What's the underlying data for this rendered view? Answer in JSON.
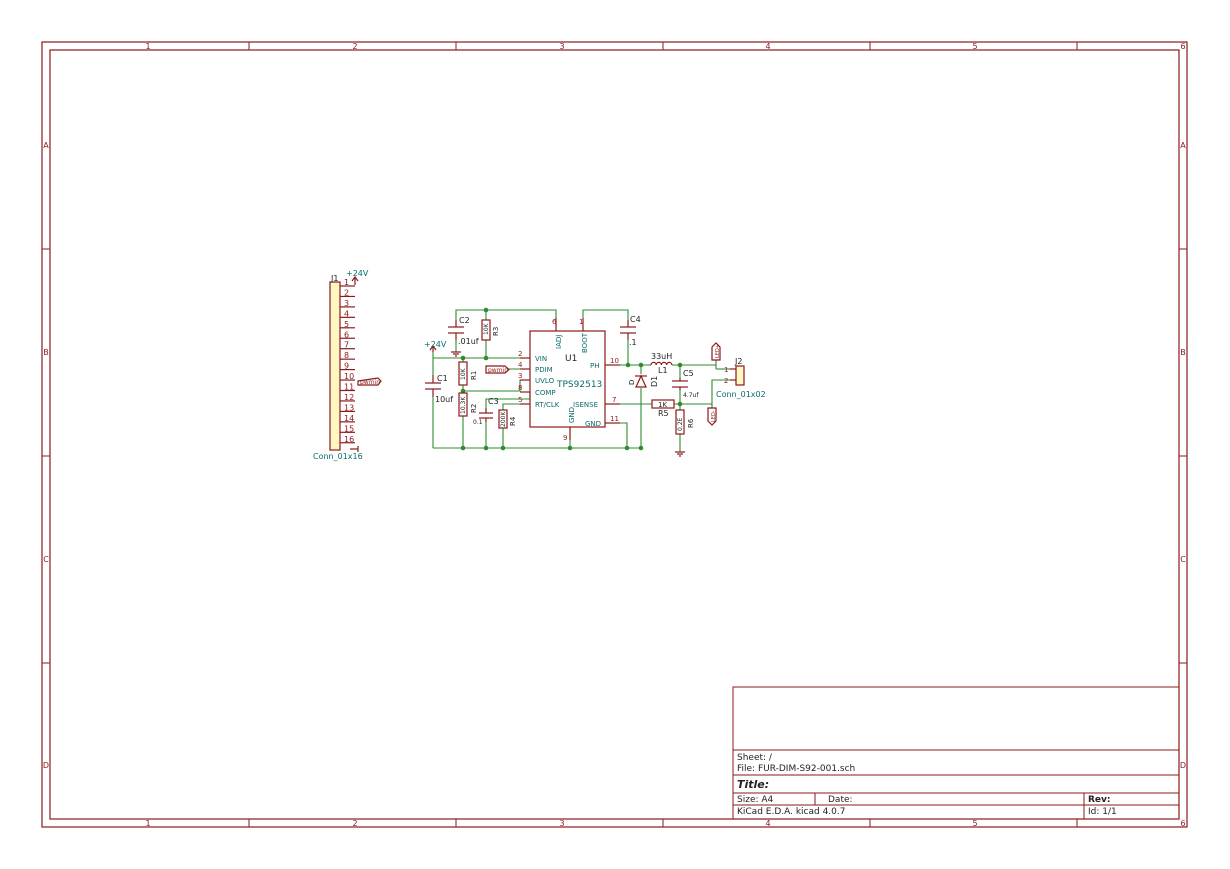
{
  "border": {
    "columns": [
      "1",
      "2",
      "3",
      "4",
      "5",
      "6"
    ],
    "rows": [
      "A",
      "B",
      "C",
      "D"
    ]
  },
  "connector_j1": {
    "ref": "J1",
    "value": "Conn_01x16",
    "pins": [
      "1",
      "2",
      "3",
      "4",
      "5",
      "6",
      "7",
      "8",
      "9",
      "10",
      "11",
      "12",
      "13",
      "14",
      "15",
      "16"
    ],
    "power_label": "+24V",
    "net_label": "pwmin"
  },
  "u1": {
    "ref": "U1",
    "value": "TPS92513",
    "left_pins": [
      {
        "num": "2",
        "name": "VIN"
      },
      {
        "num": "4",
        "name": "PDIM"
      },
      {
        "num": "3",
        "name": "UVLO"
      },
      {
        "num": "8",
        "name": "COMP"
      },
      {
        "num": "5",
        "name": "RT/CLK"
      }
    ],
    "top_pins": [
      {
        "num": "6",
        "name": "IADJ"
      },
      {
        "num": "1",
        "name": "BOOT"
      }
    ],
    "right_pins": [
      {
        "num": "10",
        "name": "PH"
      },
      {
        "num": "7",
        "name": "ISENSE"
      },
      {
        "num": "11",
        "name": "GND"
      }
    ],
    "bottom_pins": [
      {
        "num": "9",
        "name": "GND"
      }
    ]
  },
  "components": {
    "c1": {
      "ref": "C1",
      "value": "10uf"
    },
    "c2": {
      "ref": "C2",
      "value": ".01uf"
    },
    "c3": {
      "ref": "C3",
      "value": "0.1"
    },
    "c4": {
      "ref": "C4",
      "value": ".1"
    },
    "c5": {
      "ref": "C5",
      "value": "4.7uf"
    },
    "r1": {
      "ref": "R1",
      "value": "10K"
    },
    "r2": {
      "ref": "R2",
      "value": "10.3K"
    },
    "r3": {
      "ref": "R3",
      "value": "10K"
    },
    "r4": {
      "ref": "R4",
      "value": "200K"
    },
    "r5": {
      "ref": "R5",
      "value": "1K"
    },
    "r6": {
      "ref": "R6",
      "value": "0.2E"
    },
    "l1": {
      "ref": "L1",
      "value": "33uH"
    },
    "d1": {
      "ref": "D1",
      "value": "D"
    }
  },
  "power": {
    "vin": "+24V"
  },
  "net_labels": {
    "pwmin": "pwmin",
    "led_plus": "LED+",
    "led_minus": "LED-"
  },
  "connector_j2": {
    "ref": "J2",
    "value": "Conn_01x02",
    "pins": [
      "1",
      "2"
    ]
  },
  "title_block": {
    "sheet": "Sheet: /",
    "file": "File: FUR-DIM-S92-001.sch",
    "title": "Title:",
    "size": "Size: A4",
    "date": "Date:",
    "rev": "Rev:",
    "tool": "KiCad E.D.A.  kicad 4.0.7",
    "id": "Id: 1/1"
  }
}
